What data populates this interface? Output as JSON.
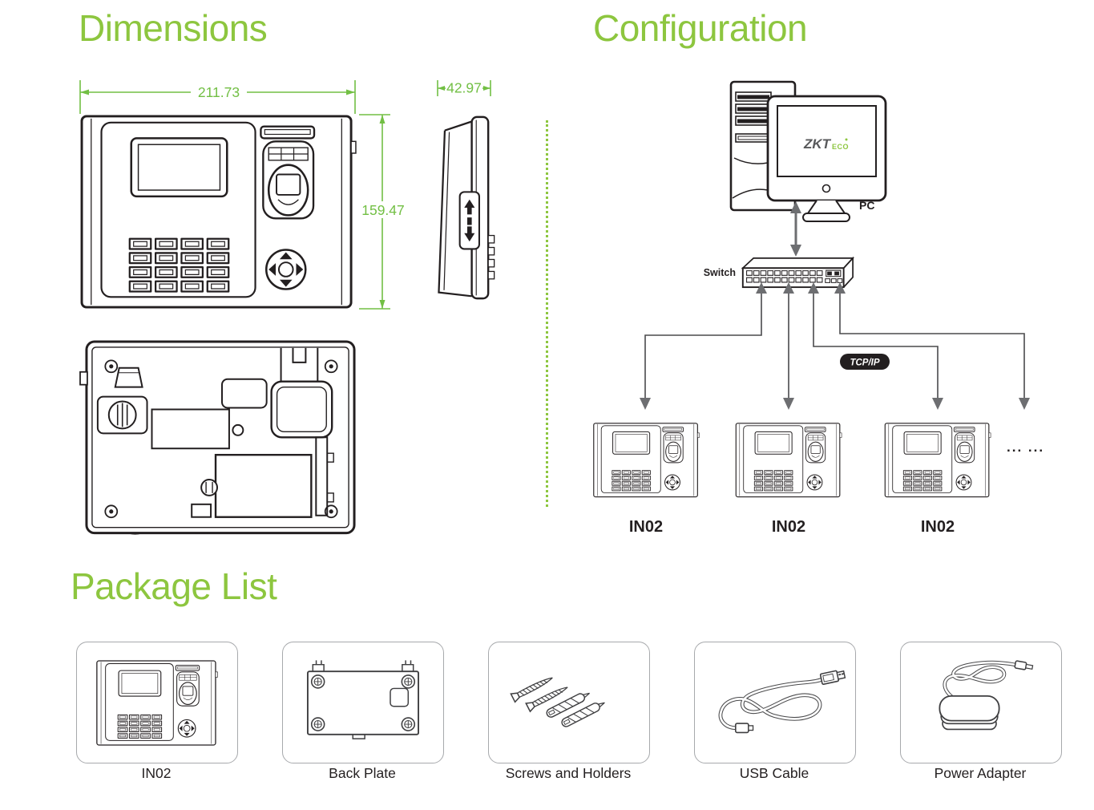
{
  "colors": {
    "title_green": "#8DC63F",
    "dimension_green": "#72BF44",
    "line_dark": "#231F20",
    "arrow_gray": "#6D6E71",
    "badge_dark": "#231F20"
  },
  "dimensions": {
    "title": "Dimensions",
    "width_mm": "211.73",
    "depth_mm": "42.97",
    "height_mm": "159.47"
  },
  "configuration": {
    "title": "Configuration",
    "pc_label": "PC",
    "switch_label": "Switch",
    "protocol_label": "TCP/IP",
    "logo_zkt": "ZKT",
    "logo_eco": "ECO",
    "device_labels": [
      "IN02",
      "IN02",
      "IN02"
    ],
    "more_devices": "... ..."
  },
  "package_list": {
    "title": "Package List",
    "items": [
      {
        "label": "IN02"
      },
      {
        "label": "Back Plate"
      },
      {
        "label": "Screws and Holders"
      },
      {
        "label": "USB Cable"
      },
      {
        "label": "Power Adapter"
      }
    ]
  }
}
